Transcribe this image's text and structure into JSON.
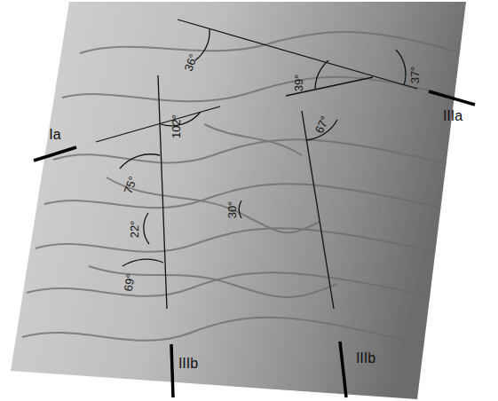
{
  "diagram": {
    "labels": [
      "36°",
      "39°",
      "37°",
      "Ia",
      "102°",
      "67°",
      "75°",
      "30°",
      "22°",
      "69°",
      "IIIa",
      "IIIb",
      "IIIb"
    ]
  }
}
